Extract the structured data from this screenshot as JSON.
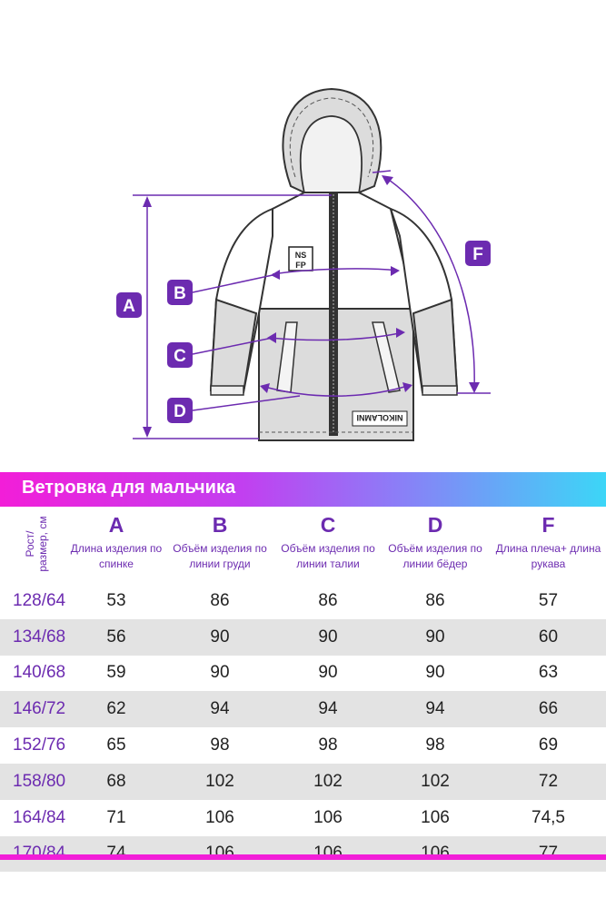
{
  "diagram": {
    "logo_line1": "NS",
    "logo_line2": "FP",
    "back_brand": "NIKOLAMNI",
    "labels": [
      "A",
      "B",
      "C",
      "D",
      "F"
    ],
    "accent_color": "#6c2bb0"
  },
  "banner": {
    "title": "Ветровка для мальчика"
  },
  "table": {
    "size_header": "Рост/\nразмер, см",
    "columns": [
      {
        "letter": "A",
        "desc": "Длина изделия по спинке"
      },
      {
        "letter": "B",
        "desc": "Объём изделия по линии груди"
      },
      {
        "letter": "C",
        "desc": "Объём изделия по линии талии"
      },
      {
        "letter": "D",
        "desc": "Объём изделия по линии бёдер"
      },
      {
        "letter": "F",
        "desc": "Длина плеча+ длина рукава"
      }
    ],
    "rows": [
      [
        "128/64",
        "53",
        "86",
        "86",
        "86",
        "57"
      ],
      [
        "134/68",
        "56",
        "90",
        "90",
        "90",
        "60"
      ],
      [
        "140/68",
        "59",
        "90",
        "90",
        "90",
        "63"
      ],
      [
        "146/72",
        "62",
        "94",
        "94",
        "94",
        "66"
      ],
      [
        "152/76",
        "65",
        "98",
        "98",
        "98",
        "69"
      ],
      [
        "158/80",
        "68",
        "102",
        "102",
        "102",
        "72"
      ],
      [
        "164/84",
        "71",
        "106",
        "106",
        "106",
        "74,5"
      ],
      [
        "170/84",
        "74",
        "106",
        "106",
        "106",
        "77"
      ]
    ]
  }
}
